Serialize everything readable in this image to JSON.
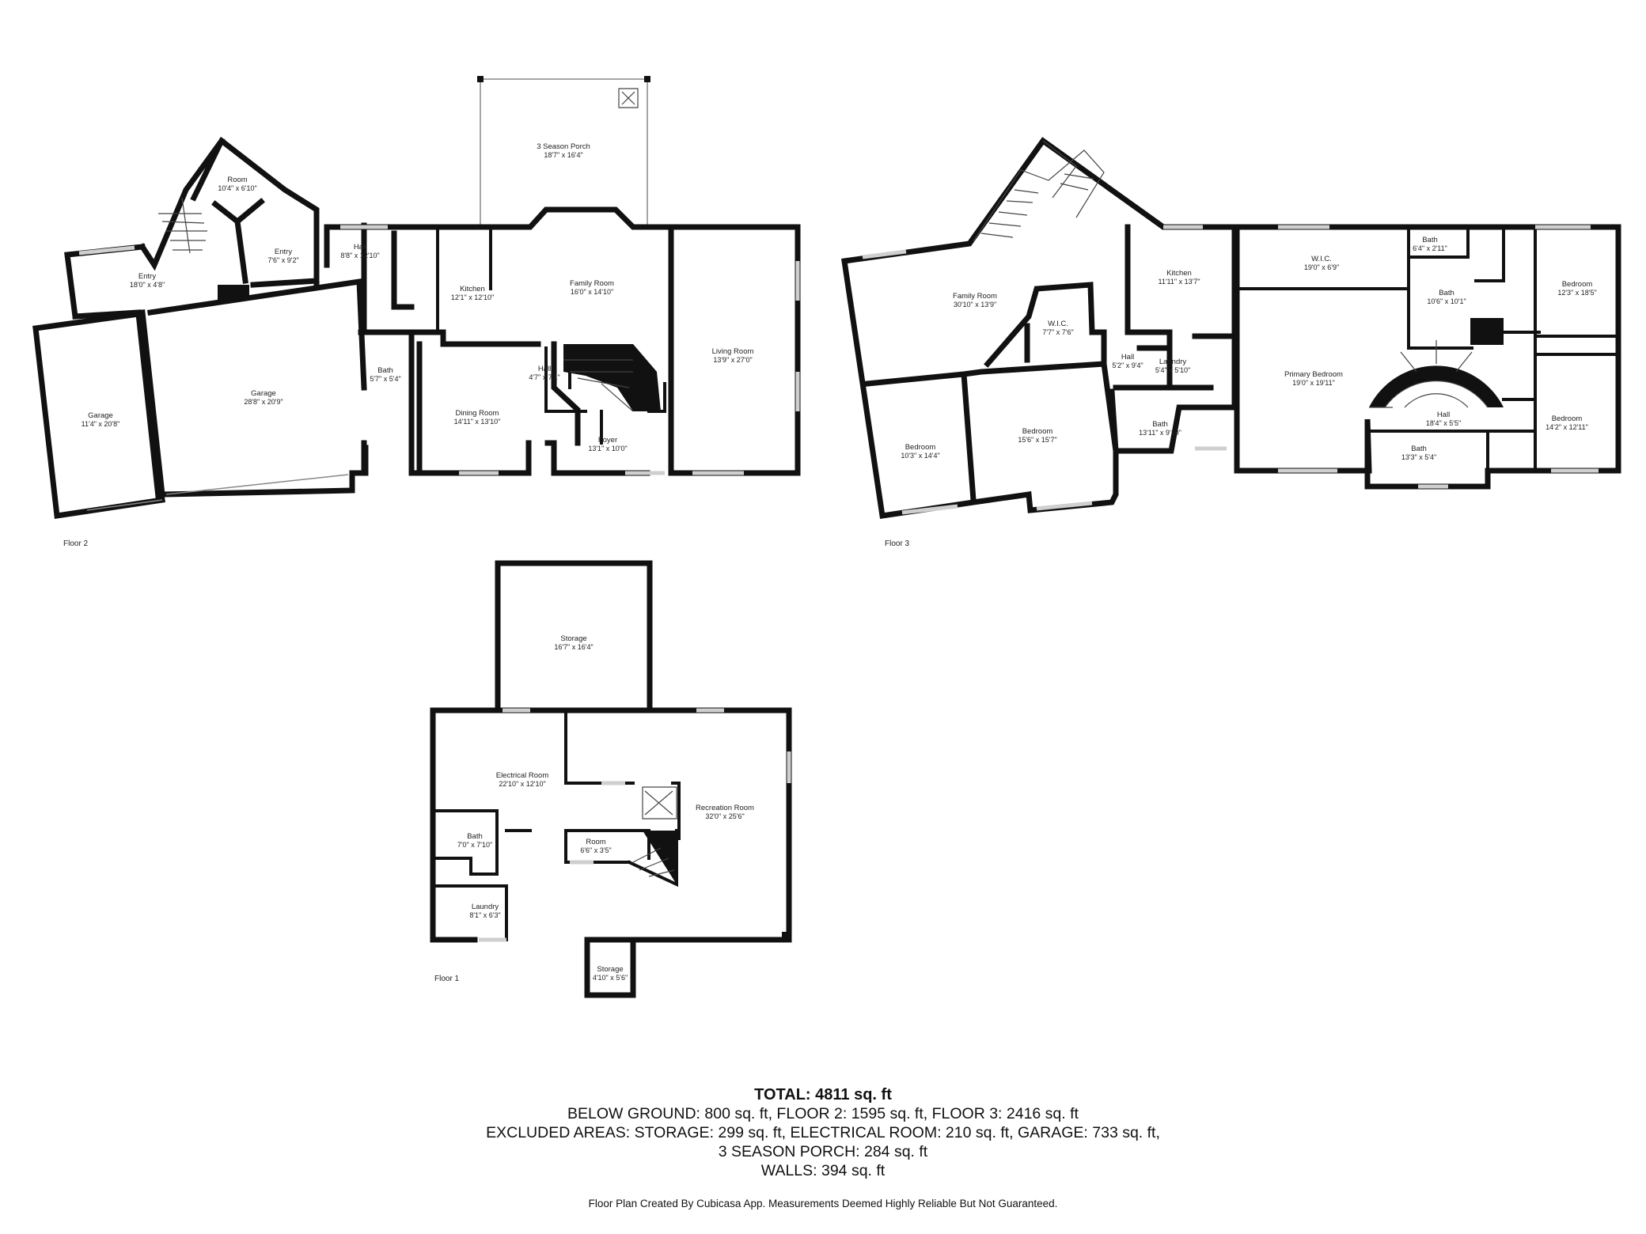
{
  "floors": [
    {
      "label": "Floor 2",
      "rooms": [
        {
          "name": "3 Season Porch",
          "dim": "18'7\" x 16'4\""
        },
        {
          "name": "Room",
          "dim": "10'4\" x 6'10\""
        },
        {
          "name": "Entry",
          "dim": "7'6\" x 9'2\""
        },
        {
          "name": "Entry",
          "dim": "18'0\" x 4'8\""
        },
        {
          "name": "Hall",
          "dim": "8'8\" x 12'10\""
        },
        {
          "name": "Kitchen",
          "dim": "12'1\" x 12'10\""
        },
        {
          "name": "Family Room",
          "dim": "16'0\" x 14'10\""
        },
        {
          "name": "Living Room",
          "dim": "13'9\" x 27'0\""
        },
        {
          "name": "Garage",
          "dim": "11'4\" x 20'8\""
        },
        {
          "name": "Garage",
          "dim": "28'8\" x 20'9\""
        },
        {
          "name": "Bath",
          "dim": "5'7\" x 5'4\""
        },
        {
          "name": "Hall",
          "dim": "4'7\" x 7'1\""
        },
        {
          "name": "Dining Room",
          "dim": "14'11\" x 13'10\""
        },
        {
          "name": "Foyer",
          "dim": "13'1\" x 10'0\""
        }
      ]
    },
    {
      "label": "Floor 3",
      "rooms": [
        {
          "name": "Family Room",
          "dim": "30'10\" x 13'9\""
        },
        {
          "name": "Kitchen",
          "dim": "11'11\" x 13'7\""
        },
        {
          "name": "W.I.C.",
          "dim": "7'7\" x 7'6\""
        },
        {
          "name": "Hall",
          "dim": "5'2\" x 9'4\""
        },
        {
          "name": "Laundry",
          "dim": "5'4\" x 5'10\""
        },
        {
          "name": "Bedroom",
          "dim": "10'3\" x 14'4\""
        },
        {
          "name": "Bedroom",
          "dim": "15'6\" x 15'7\""
        },
        {
          "name": "Bath",
          "dim": "13'11\" x 9'10\""
        },
        {
          "name": "W.I.C.",
          "dim": "19'0\" x 6'9\""
        },
        {
          "name": "Bath",
          "dim": "6'4\" x 2'11\""
        },
        {
          "name": "Bath",
          "dim": "10'6\" x 10'1\""
        },
        {
          "name": "Bedroom",
          "dim": "12'3\" x 18'5\""
        },
        {
          "name": "Primary Bedroom",
          "dim": "19'0\" x 19'11\""
        },
        {
          "name": "Hall",
          "dim": "18'4\" x 5'5\""
        },
        {
          "name": "Bedroom",
          "dim": "14'2\" x 12'11\""
        },
        {
          "name": "Bath",
          "dim": "13'3\" x 5'4\""
        }
      ]
    },
    {
      "label": "Floor 1",
      "rooms": [
        {
          "name": "Storage",
          "dim": "16'7\" x 16'4\""
        },
        {
          "name": "Electrical Room",
          "dim": "22'10\" x 12'10\""
        },
        {
          "name": "Recreation Room",
          "dim": "32'0\" x 25'6\""
        },
        {
          "name": "Bath",
          "dim": "7'0\" x 7'10\""
        },
        {
          "name": "Room",
          "dim": "6'6\" x 3'5\""
        },
        {
          "name": "Laundry",
          "dim": "8'1\" x 6'3\""
        },
        {
          "name": "Storage",
          "dim": "4'10\" x 5'6\""
        }
      ]
    }
  ],
  "summary": {
    "total": "TOTAL: 4811 sq. ft",
    "below_ground": "BELOW GROUND: 800 sq. ft, FLOOR 2: 1595 sq. ft, FLOOR 3: 2416 sq. ft",
    "excluded_1": "EXCLUDED AREAS: STORAGE: 299 sq. ft, ELECTRICAL ROOM: 210 sq. ft, GARAGE: 733 sq. ft,",
    "excluded_2": "3 SEASON PORCH: 284 sq. ft",
    "walls": "WALLS: 394 sq. ft"
  },
  "credit": "Floor Plan Created By Cubicasa App. Measurements Deemed Highly Reliable But Not Guaranteed."
}
